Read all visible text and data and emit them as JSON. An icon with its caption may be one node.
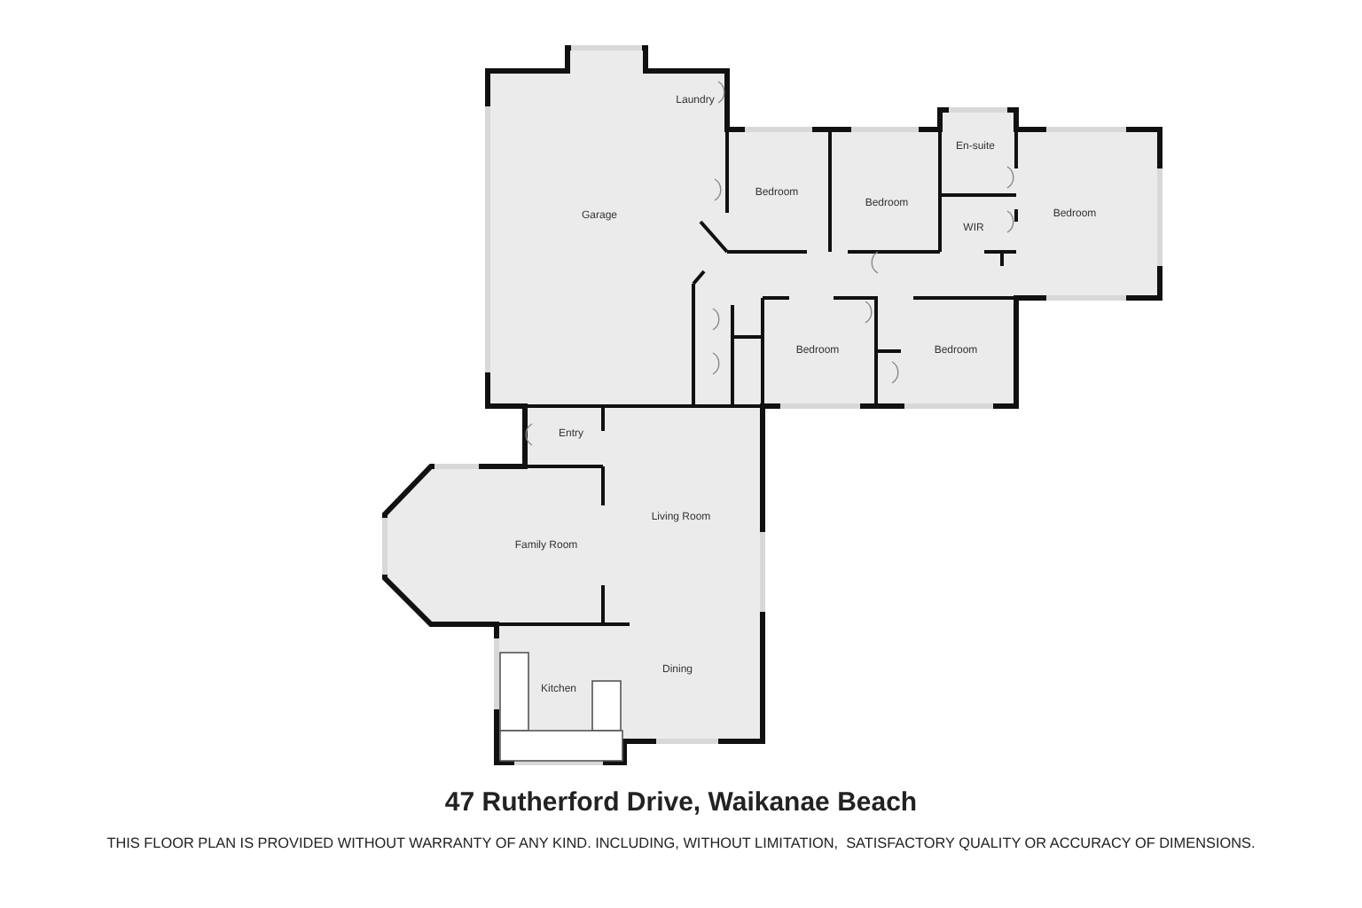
{
  "diagram": {
    "title": "47 Rutherford Drive, Waikanae Beach",
    "caption": "THIS FLOOR PLAN IS PROVIDED WITHOUT WARRANTY OF ANY KIND. INCLUDING, WITHOUT LIMITATION,  SATISFACTORY QUALITY OR ACCURACY OF DIMENSIONS.",
    "labels": [
      "Laundry",
      "Garage",
      "Bedroom",
      "Bedroom",
      "En-suite",
      "WIR",
      "Bedroom",
      "Bedroom",
      "Bedroom",
      "Entry",
      "Family Room",
      "Living Room",
      "Kitchen",
      "Dining"
    ]
  }
}
